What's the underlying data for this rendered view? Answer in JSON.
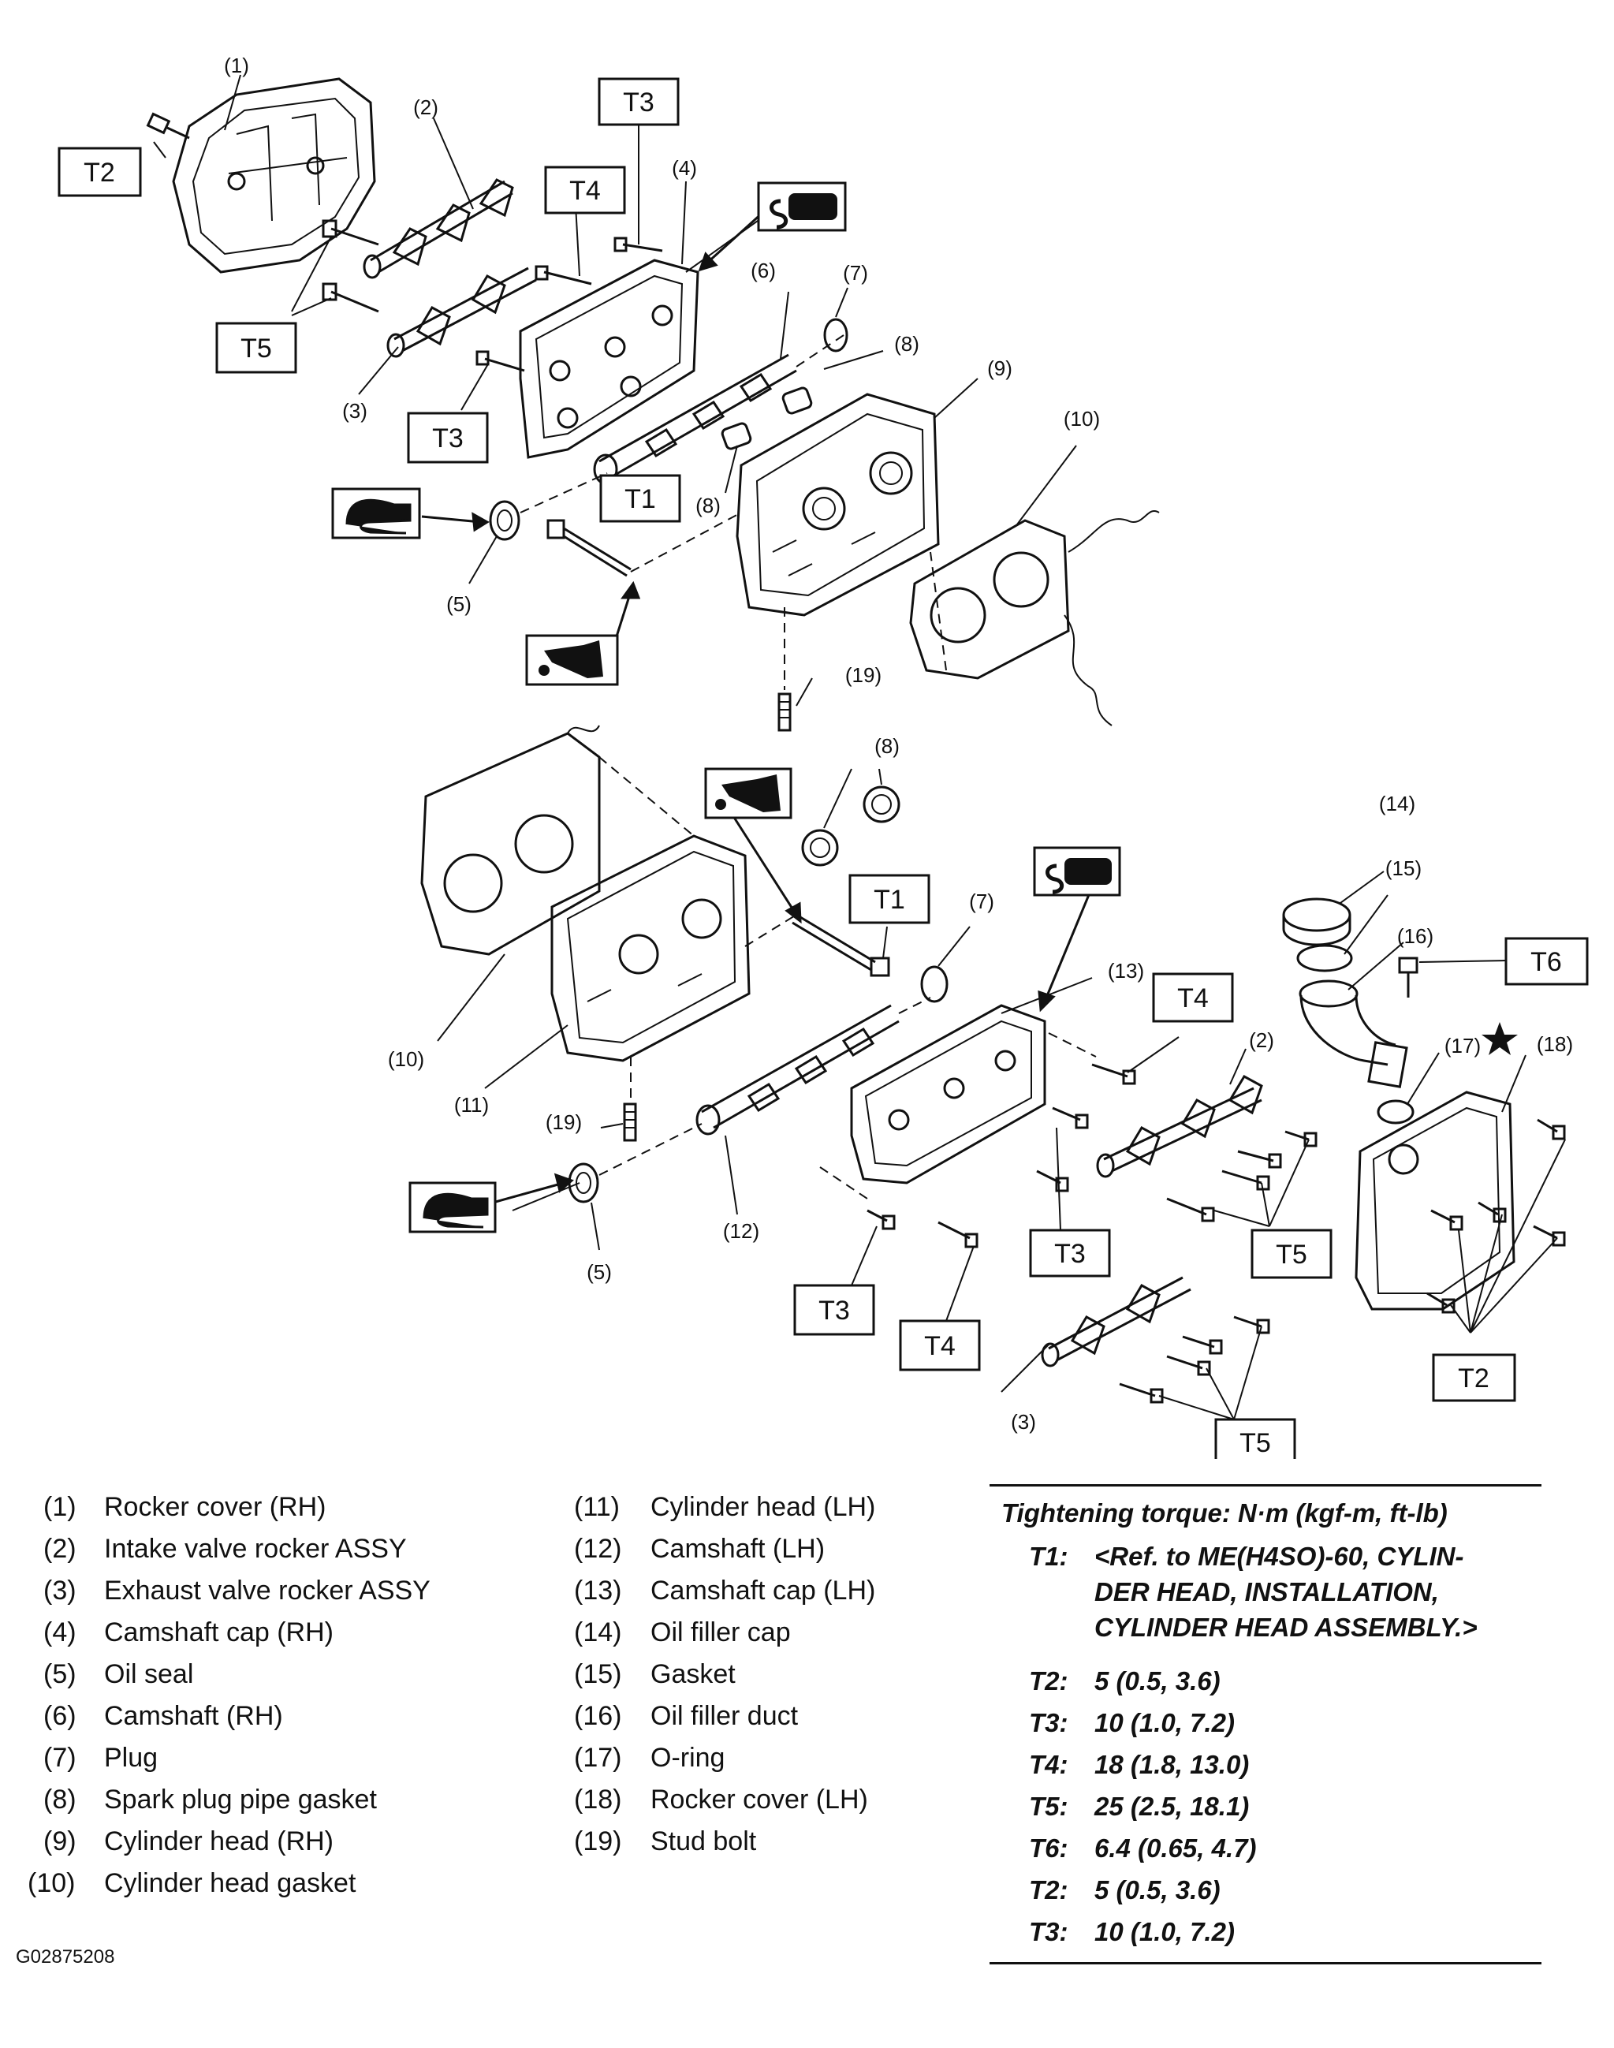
{
  "callouts": {
    "c1": "(1)",
    "c2a": "(2)",
    "c3a": "(3)",
    "c4": "(4)",
    "c5a": "(5)",
    "c6": "(6)",
    "c7a": "(7)",
    "c8a": "(8)",
    "c8b": "(8)",
    "c9": "(9)",
    "c10a": "(10)",
    "c19a": "(19)",
    "c8c": "(8)",
    "c7b": "(7)",
    "c10b": "(10)",
    "c11": "(11)",
    "c19b": "(19)",
    "c5b": "(5)",
    "c12": "(12)",
    "c13": "(13)",
    "c2b": "(2)",
    "c3b": "(3)",
    "c14": "(14)",
    "c15": "(15)",
    "c16": "(16)",
    "c17": "(17)",
    "c18": "(18)"
  },
  "torque_boxes": {
    "b1": "T2",
    "b2": "T3",
    "b3": "T4",
    "b4": "T5",
    "b5": "T3",
    "b6": "T1",
    "b7": "T1",
    "b8": "T4",
    "b9": "T3",
    "b10": "T5",
    "b11": "T3",
    "b12": "T4",
    "b13": "T5",
    "b14": "T6",
    "b15": "T2"
  },
  "legend": [
    {
      "num": "(1)",
      "label": "Rocker cover (RH)"
    },
    {
      "num": "(2)",
      "label": "Intake valve rocker ASSY"
    },
    {
      "num": "(3)",
      "label": "Exhaust valve rocker ASSY"
    },
    {
      "num": "(4)",
      "label": "Camshaft cap (RH)"
    },
    {
      "num": "(5)",
      "label": "Oil seal"
    },
    {
      "num": "(6)",
      "label": "Camshaft (RH)"
    },
    {
      "num": "(7)",
      "label": "Plug"
    },
    {
      "num": "(8)",
      "label": "Spark plug pipe gasket"
    },
    {
      "num": "(9)",
      "label": "Cylinder head (RH)"
    },
    {
      "num": "(10)",
      "label": "Cylinder head gasket"
    },
    {
      "num": "(11)",
      "label": "Cylinder head (LH)"
    },
    {
      "num": "(12)",
      "label": "Camshaft (LH)"
    },
    {
      "num": "(13)",
      "label": "Camshaft cap (LH)"
    },
    {
      "num": "(14)",
      "label": "Oil filler cap"
    },
    {
      "num": "(15)",
      "label": "Gasket"
    },
    {
      "num": "(16)",
      "label": "Oil filler duct"
    },
    {
      "num": "(17)",
      "label": "O-ring"
    },
    {
      "num": "(18)",
      "label": "Rocker cover (LH)"
    },
    {
      "num": "(19)",
      "label": "Stud bolt"
    }
  ],
  "torque": {
    "heading": "Tightening torque: N·m (kgf-m, ft-lb)",
    "t1_key": "T1:",
    "t1_lines": [
      "<Ref. to ME(H4SO)-60, CYLIN-",
      "DER HEAD, INSTALLATION,",
      "CYLINDER HEAD ASSEMBLY.>"
    ],
    "rows": [
      {
        "key": "T2:",
        "value": "5 (0.5, 3.6)"
      },
      {
        "key": "T3:",
        "value": "10 (1.0, 7.2)"
      },
      {
        "key": "T4:",
        "value": "18 (1.8, 13.0)"
      },
      {
        "key": "T5:",
        "value": "25 (2.5, 18.1)"
      },
      {
        "key": "T6:",
        "value": "6.4 (0.65, 4.7)"
      },
      {
        "key": "T2:",
        "value": "5 (0.5, 3.6)"
      },
      {
        "key": "T3:",
        "value": "10 (1.0, 7.2)"
      }
    ]
  },
  "figure_code": "G02875208"
}
